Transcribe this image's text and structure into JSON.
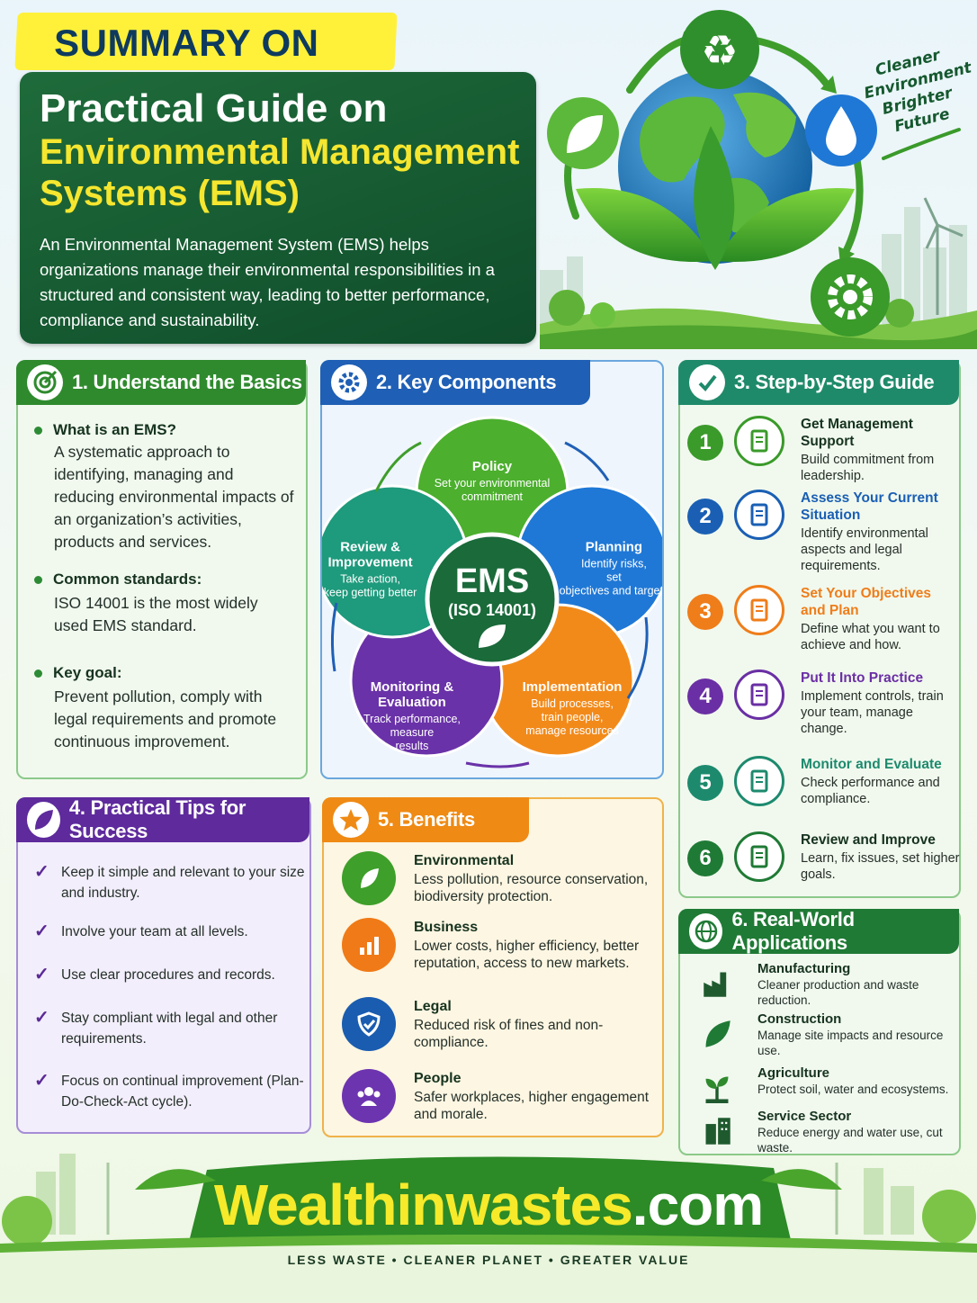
{
  "header": {
    "banner": "SUMMARY ON",
    "title_line1": "Practical Guide on",
    "title_line2": "Environmental Management",
    "title_line3": "Systems (EMS)",
    "intro": "An Environmental Management System (EMS) helps organizations manage their environmental responsibilities in a structured and consistent way, leading to better performance, compliance and sustainability.",
    "tagline": "Cleaner Environment Brighter Future"
  },
  "basics": {
    "heading": "1. Understand the Basics",
    "items": [
      {
        "q": "What is an EMS?",
        "a": "A systematic approach to identifying, managing and reducing environmental impacts of an organization’s activities, products and services."
      },
      {
        "q": "Common standards:",
        "a": "ISO 14001 is the most widely used EMS standard."
      },
      {
        "q": "Key goal:",
        "a": "Prevent pollution, comply with legal requirements and promote continuous improvement."
      }
    ]
  },
  "components": {
    "heading": "2. Key Components",
    "center_title": "EMS",
    "center_sub": "(ISO 14001)",
    "segments": [
      {
        "title": "Policy",
        "desc": "Set your environmental commitment",
        "color": "#4caf2e"
      },
      {
        "title": "Planning",
        "desc": "Identify risks, set objectives and targets",
        "color": "#1f78d6"
      },
      {
        "title": "Implementation",
        "desc": "Build processes, train people, manage resources",
        "color": "#f28a1a"
      },
      {
        "title": "Monitoring & Evaluation",
        "desc": "Track performance, measure results",
        "color": "#6a32a8"
      },
      {
        "title": "Review & Improvement",
        "desc": "Take action, keep getting better",
        "color": "#1e9a7c"
      }
    ]
  },
  "steps": {
    "heading": "3. Step-by-Step Guide",
    "items": [
      {
        "num": "1",
        "title": "Get Management Support",
        "desc": "Build commitment from leadership.",
        "color": "#3a9a2a"
      },
      {
        "num": "2",
        "title": "Assess Your Current Situation",
        "desc": "Identify environmental aspects and legal requirements.",
        "color": "#1a5fb4"
      },
      {
        "num": "3",
        "title": "Set Your Objectives and Plan",
        "desc": "Define what you want to achieve and how.",
        "color": "#ef7d1a"
      },
      {
        "num": "4",
        "title": "Put It Into Practice",
        "desc": "Implement controls, train your team, manage change.",
        "color": "#6a2fa4"
      },
      {
        "num": "5",
        "title": "Monitor and Evaluate",
        "desc": "Check performance and compliance.",
        "color": "#1d8a6e"
      },
      {
        "num": "6",
        "title": "Review and Improve",
        "desc": "Learn, fix issues, set higher goals.",
        "color": "#1f7a35"
      }
    ]
  },
  "tips": {
    "heading": "4. Practical Tips for Success",
    "items": [
      "Keep it simple and relevant to your size and industry.",
      "Involve your team at all levels.",
      "Use clear procedures and records.",
      "Stay compliant with legal and other requirements.",
      "Focus on continual improvement (Plan-Do-Check-Act cycle)."
    ]
  },
  "benefits": {
    "heading": "5. Benefits",
    "items": [
      {
        "title": "Environmental",
        "desc": "Less pollution, resource conservation, biodiversity protection.",
        "color": "#3e9f2a",
        "icon": "leaf-icon"
      },
      {
        "title": "Business",
        "desc": "Lower costs, higher efficiency, better reputation, access to new markets.",
        "color": "#f07a17",
        "icon": "chart-icon"
      },
      {
        "title": "Legal",
        "desc": "Reduced risk of fines and non-compliance.",
        "color": "#1a5cb0",
        "icon": "shield-icon"
      },
      {
        "title": "People",
        "desc": "Safer workplaces, higher engagement and morale.",
        "color": "#6d34b0",
        "icon": "people-icon"
      }
    ]
  },
  "applications": {
    "heading": "6. Real-World Applications",
    "items": [
      {
        "title": "Manufacturing",
        "desc": "Cleaner production and waste reduction.",
        "icon": "factory-icon"
      },
      {
        "title": "Construction",
        "desc": "Manage site impacts and resource use.",
        "icon": "leaf-icon"
      },
      {
        "title": "Agriculture",
        "desc": "Protect soil, water and ecosystems.",
        "icon": "sprout-icon"
      },
      {
        "title": "Service Sector",
        "desc": "Reduce energy and water use, cut waste.",
        "icon": "building-icon"
      }
    ]
  },
  "footer": {
    "site_name": "Wealthinwastes",
    "site_tld": ".com",
    "slogan": "LESS WASTE  •  CLEANER PLANET  •  GREATER VALUE"
  }
}
